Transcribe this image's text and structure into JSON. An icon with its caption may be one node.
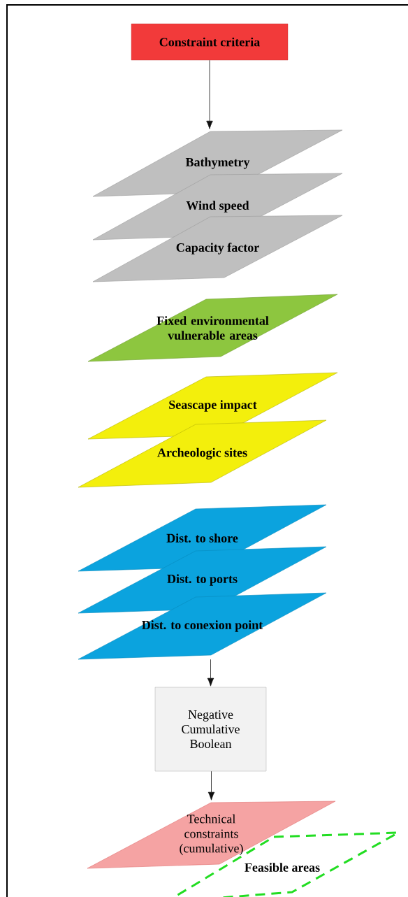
{
  "diagram": {
    "nodes": [
      {
        "text": [
          "Constraint criteria"
        ]
      },
      {
        "text": [
          "Bathymetry"
        ]
      },
      {
        "text": [
          "Wind speed"
        ]
      },
      {
        "text": [
          "Capacity factor"
        ]
      },
      {
        "text": [
          "Fixed environmental vulnerable areas"
        ]
      },
      {
        "text": [
          "Seascape impact"
        ]
      },
      {
        "text": [
          "Archeologic sites"
        ]
      },
      {
        "text": [
          "Dist. to shore"
        ]
      },
      {
        "text": [
          "Dist. to ports"
        ]
      },
      {
        "text": [
          "Dist. to conexion point"
        ]
      },
      {
        "text": [
          "Negative Cumulative Boolean"
        ]
      },
      {
        "text": [
          "Technical constraints (cumulative)"
        ]
      },
      {
        "text": [
          "Feasible areas"
        ]
      }
    ],
    "edges": [
      {
        "from": 0,
        "to": 1,
        "arrow": "to"
      },
      {
        "from": 9,
        "to": 10,
        "arrow": "to"
      },
      {
        "from": 10,
        "to": 11,
        "arrow": "to"
      }
    ]
  }
}
